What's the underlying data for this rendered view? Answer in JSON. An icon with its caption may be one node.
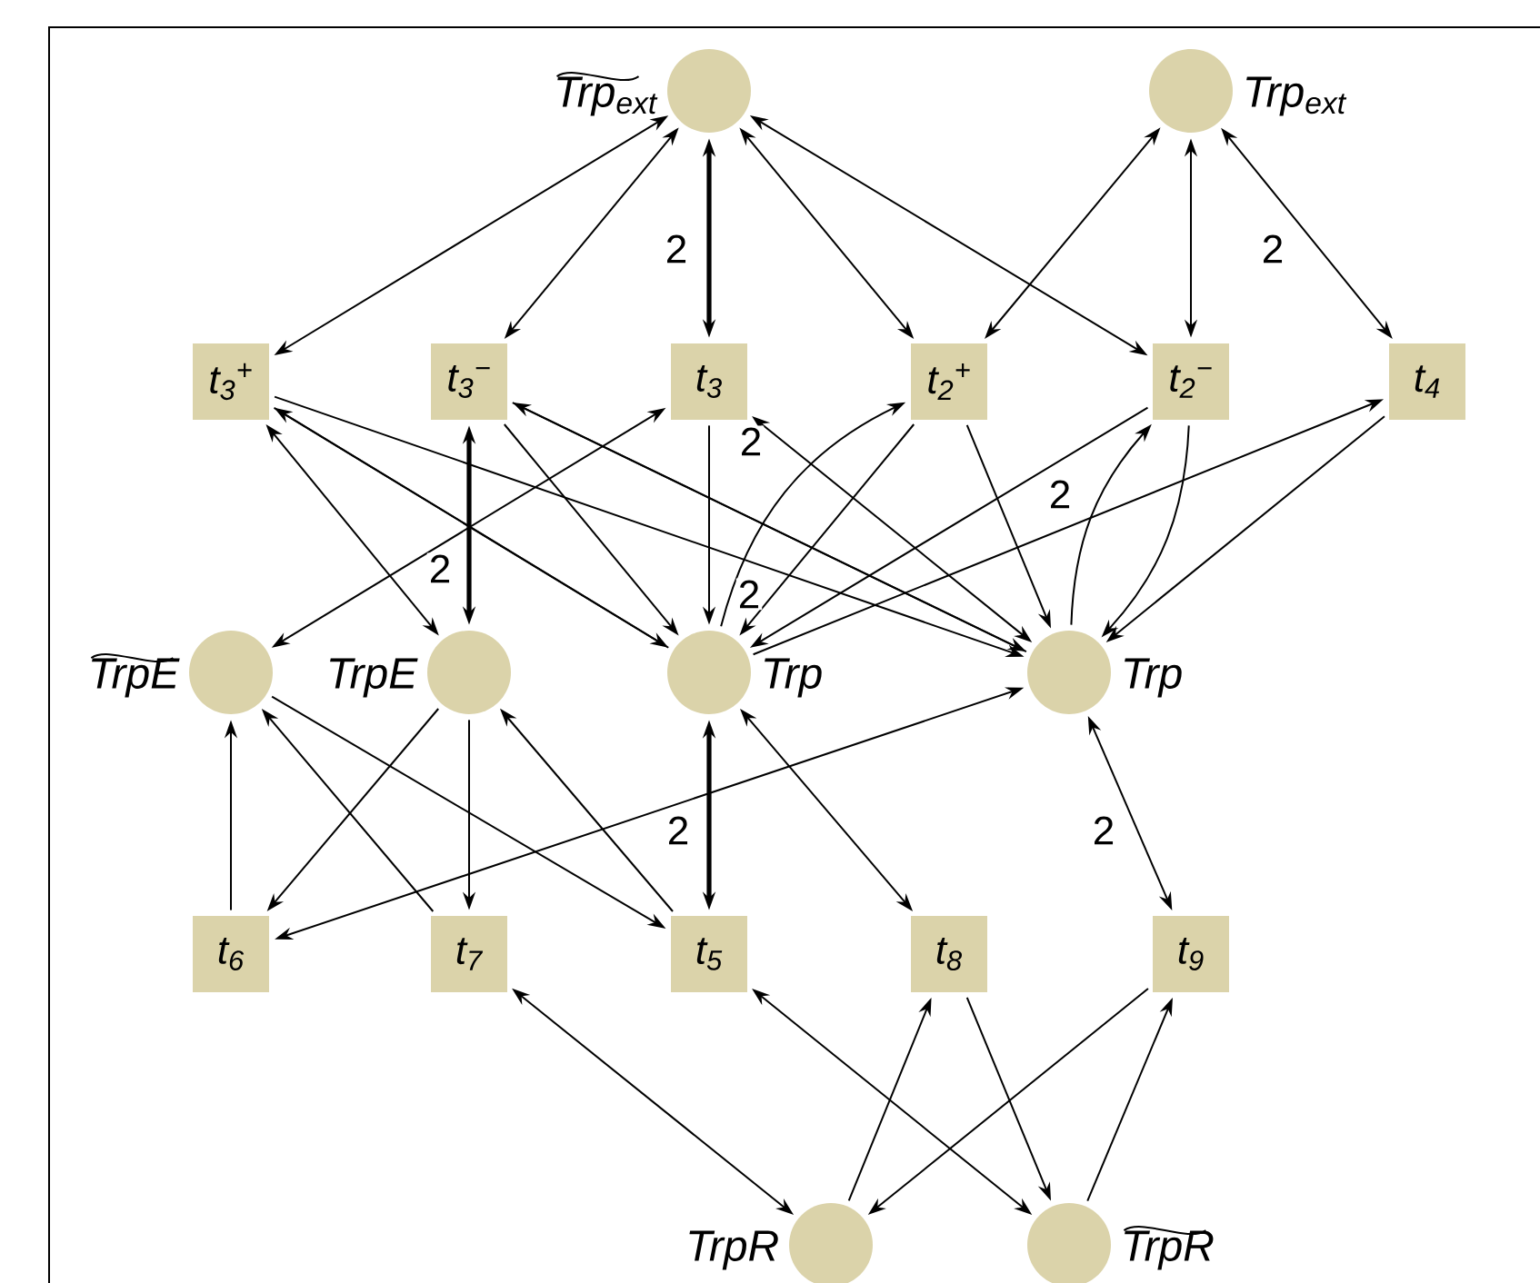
{
  "diagram": {
    "nodes": [
      {
        "text": [
          "Trp$_{ext}$"
        ]
      },
      {
        "text": [
          "Trp$_{ext}$"
        ]
      },
      {
        "text": [
          "t$_{3}$$^{+}$"
        ]
      },
      {
        "text": [
          "t$_{3}$$^{−}$"
        ]
      },
      {
        "text": [
          "t$_{3}$"
        ]
      },
      {
        "text": [
          "t$_{2}$$^{+}$"
        ]
      },
      {
        "text": [
          "t$_{2}$$^{−}$"
        ]
      },
      {
        "text": [
          "t$_{4}$"
        ]
      },
      {
        "text": [
          "TrpE"
        ]
      },
      {
        "text": [
          "TrpE"
        ]
      },
      {
        "text": [
          "Trp"
        ]
      },
      {
        "text": [
          "Trp"
        ]
      },
      {
        "text": [
          "t$_{6}$"
        ]
      },
      {
        "text": [
          "t$_{7}$"
        ]
      },
      {
        "text": [
          "t$_{5}$"
        ]
      },
      {
        "text": [
          "t$_{8}$"
        ]
      },
      {
        "text": [
          "t$_{9}$"
        ]
      },
      {
        "text": [
          "TrpR"
        ]
      },
      {
        "text": [
          "TrpR"
        ]
      }
    ],
    "edges": [
      {
        "from": 0,
        "to": 2,
        "arrow": "both"
      },
      {
        "from": 0,
        "to": 3,
        "arrow": "both"
      },
      {
        "from": 0,
        "to": 4,
        "arrow": "both",
        "label": "2",
        "style": "thick"
      },
      {
        "from": 0,
        "to": 5,
        "arrow": "both"
      },
      {
        "from": 0,
        "to": 6,
        "arrow": "both"
      },
      {
        "from": 1,
        "to": 5,
        "arrow": "both"
      },
      {
        "from": 1,
        "to": 6,
        "arrow": "both"
      },
      {
        "from": 1,
        "to": 7,
        "arrow": "both",
        "label": "2"
      },
      {
        "from": 2,
        "to": 9,
        "arrow": "both"
      },
      {
        "from": 2,
        "to": 10,
        "arrow": "to"
      },
      {
        "from": 10,
        "to": 2,
        "arrow": "to"
      },
      {
        "from": 2,
        "to": 11,
        "arrow": "to"
      },
      {
        "from": 3,
        "to": 9,
        "arrow": "both",
        "label": "2",
        "style": "thick"
      },
      {
        "from": 3,
        "to": 10,
        "arrow": "to"
      },
      {
        "from": 3,
        "to": 11,
        "arrow": "to"
      },
      {
        "from": 11,
        "to": 3,
        "arrow": "to"
      },
      {
        "from": 8,
        "to": 4,
        "arrow": "both"
      },
      {
        "from": 4,
        "to": 10,
        "arrow": "to"
      },
      {
        "from": 4,
        "to": 11,
        "arrow": "both",
        "label": "2"
      },
      {
        "from": 10,
        "to": 5,
        "arrow": "to",
        "label": "2"
      },
      {
        "from": 5,
        "to": 10,
        "arrow": "to"
      },
      {
        "from": 6,
        "to": 10,
        "arrow": "to",
        "label": "2"
      },
      {
        "from": 10,
        "to": 7,
        "arrow": "to"
      },
      {
        "from": 5,
        "to": 11,
        "arrow": "to"
      },
      {
        "from": 11,
        "to": 6,
        "arrow": "to"
      },
      {
        "from": 6,
        "to": 11,
        "arrow": "to"
      },
      {
        "from": 7,
        "to": 11,
        "arrow": "to"
      },
      {
        "from": 12,
        "to": 8,
        "arrow": "to"
      },
      {
        "from": 9,
        "to": 12,
        "arrow": "to"
      },
      {
        "from": 13,
        "to": 8,
        "arrow": "to"
      },
      {
        "from": 9,
        "to": 13,
        "arrow": "to"
      },
      {
        "from": 8,
        "to": 14,
        "arrow": "to"
      },
      {
        "from": 14,
        "to": 9,
        "arrow": "to"
      },
      {
        "from": 11,
        "to": 12,
        "arrow": "both"
      },
      {
        "from": 10,
        "to": 14,
        "arrow": "both",
        "label": "2",
        "style": "thick"
      },
      {
        "from": 10,
        "to": 15,
        "arrow": "both"
      },
      {
        "from": 11,
        "to": 16,
        "arrow": "both",
        "label": "2"
      },
      {
        "from": 13,
        "to": 17,
        "arrow": "both"
      },
      {
        "from": 17,
        "to": 15,
        "arrow": "to"
      },
      {
        "from": 15,
        "to": 18,
        "arrow": "to"
      },
      {
        "from": 16,
        "to": 17,
        "arrow": "to"
      },
      {
        "from": 18,
        "to": 16,
        "arrow": "to"
      },
      {
        "from": 14,
        "to": 18,
        "arrow": "both"
      }
    ]
  }
}
